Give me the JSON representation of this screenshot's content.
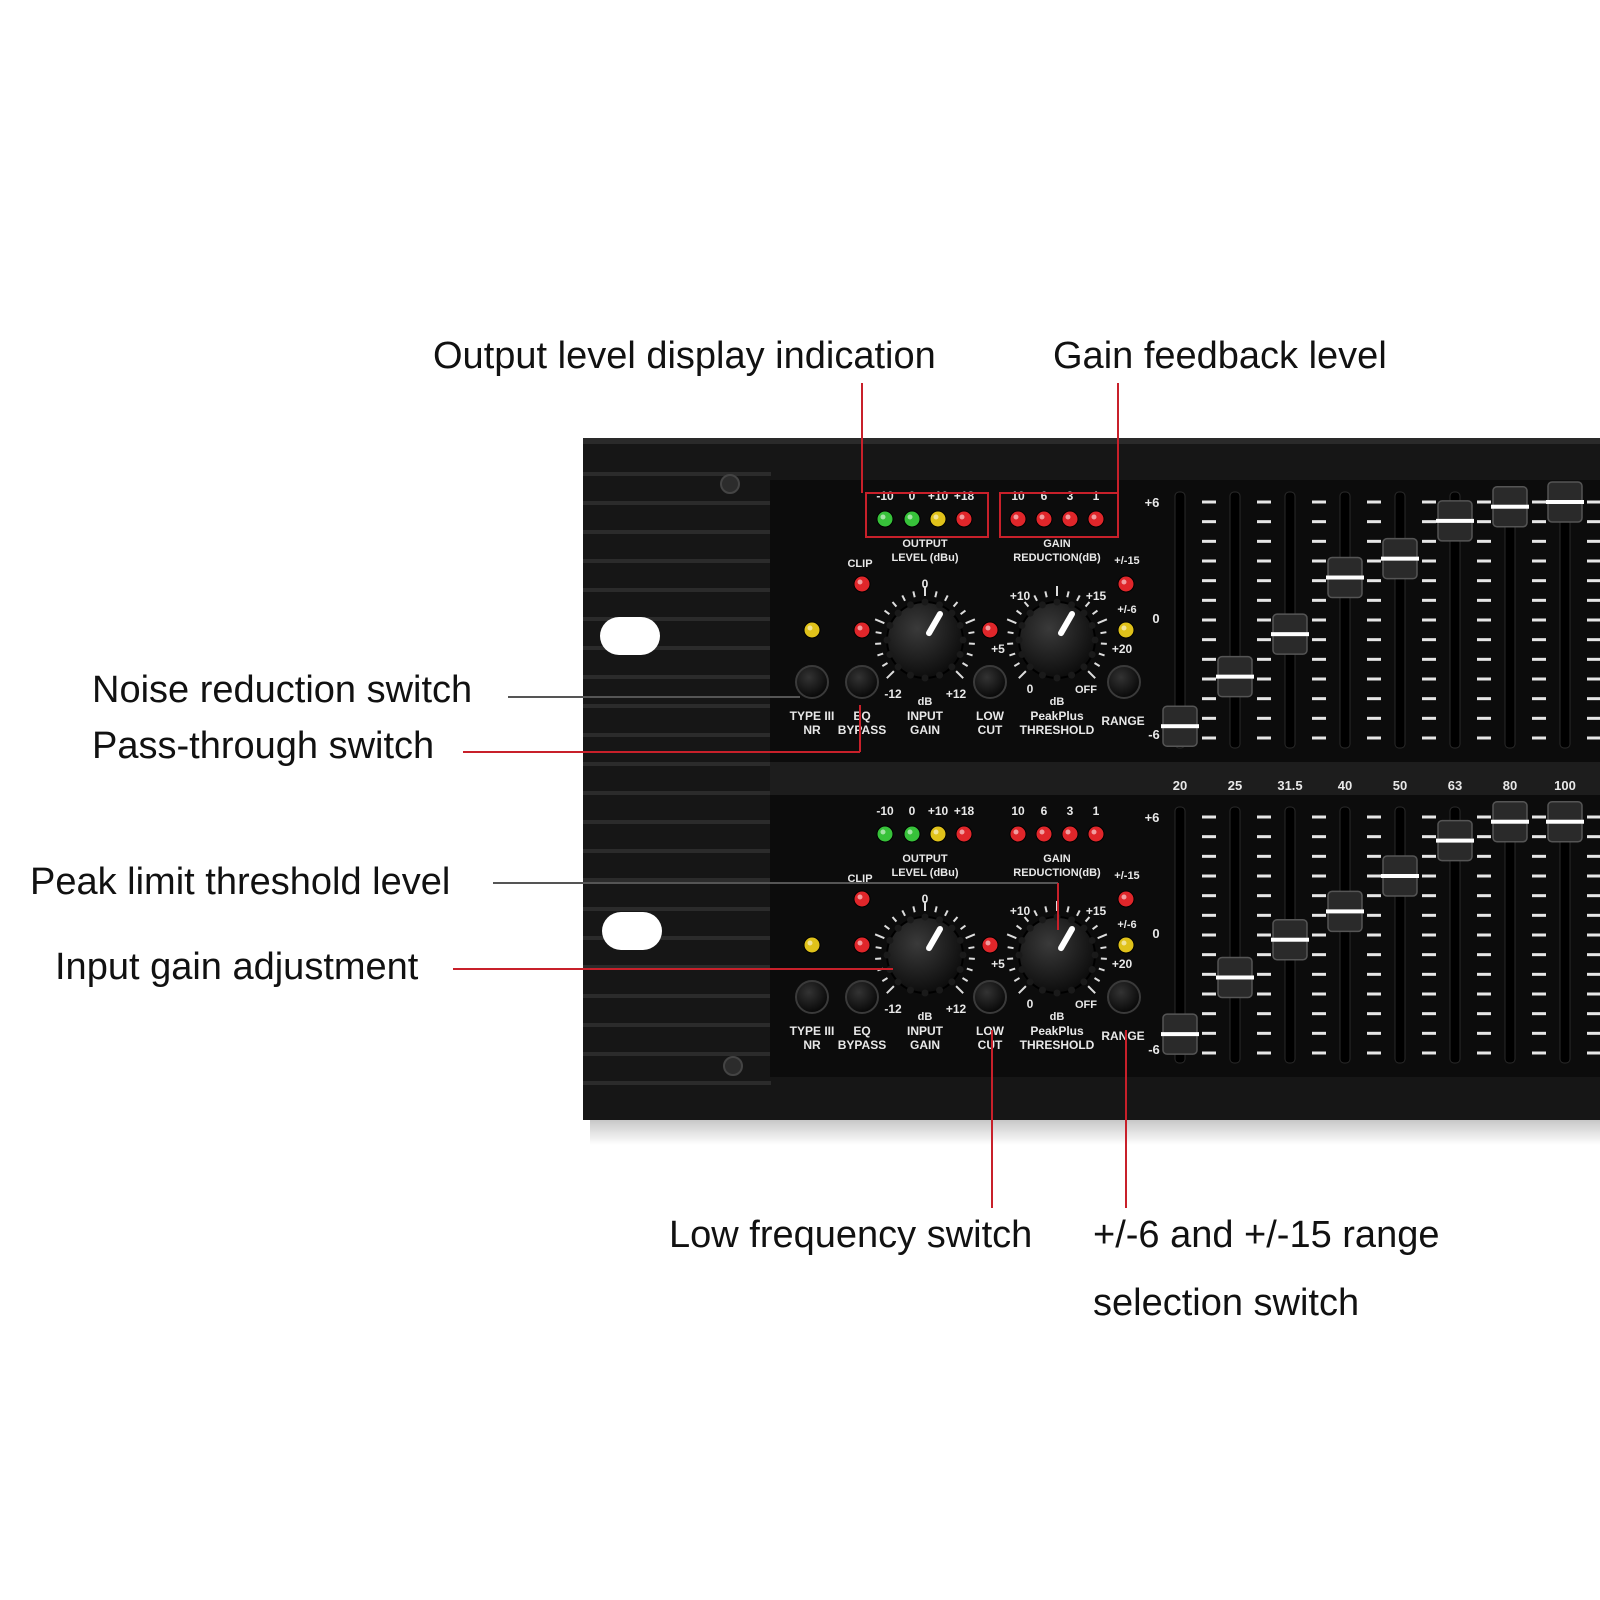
{
  "colors": {
    "callout_red": "#c8202a",
    "callout_gray": "#555555",
    "chassis": "#161616",
    "panel": "#0c0c0c",
    "led_green": "#37c23a",
    "led_yellow": "#e0c21a",
    "led_red": "#e0262a",
    "panel_text": "#e8e8e8"
  },
  "callouts": {
    "output_level": "Output level display indication",
    "gain_feedback": "Gain feedback level",
    "noise_reduction": "Noise reduction switch",
    "pass_through": "Pass-through switch",
    "peak_limit": "Peak limit threshold level",
    "input_gain": "Input gain adjustment",
    "low_frequency": "Low frequency switch",
    "range_line1": "+/-6 and +/-15 range",
    "range_line2": "selection switch"
  },
  "panel_labels": {
    "output_level_scale": [
      "-10",
      "0",
      "+10",
      "+18"
    ],
    "output_level_title": [
      "OUTPUT",
      "LEVEL (dBu)"
    ],
    "gain_reduction_scale": [
      "10",
      "6",
      "3",
      "1"
    ],
    "gain_reduction_title": [
      "GAIN",
      "REDUCTION(dB)"
    ],
    "clip": "CLIP",
    "input_gain_scale": {
      "min": "-12",
      "mid": "0",
      "max": "+12"
    },
    "input_gain_title": [
      "dB",
      "INPUT",
      "GAIN"
    ],
    "threshold_scale": {
      "left": "+10",
      "right": "+15",
      "low": "+5",
      "zero": "0",
      "off": "OFF",
      "high": "+20"
    },
    "threshold_title": [
      "dB",
      "PeakPlus",
      "THRESHOLD"
    ],
    "range_title": "RANGE",
    "range_values": [
      "+/-15",
      "+/-6"
    ],
    "type_nr": [
      "TYPE III",
      "NR"
    ],
    "eq_bypass": [
      "EQ",
      "BYPASS"
    ],
    "low_cut": [
      "LOW",
      "CUT"
    ],
    "fader_scale": {
      "top": "+6",
      "mid": "0",
      "bottom": "-6"
    },
    "frequencies": [
      "20",
      "25",
      "31.5",
      "40",
      "50",
      "63",
      "80",
      "100"
    ]
  },
  "faders": {
    "top_channel_levels": [
      0.05,
      0.26,
      0.44,
      0.68,
      0.76,
      0.92,
      0.98,
      1.0
    ],
    "bottom_channel_levels": [
      0.08,
      0.32,
      0.48,
      0.6,
      0.75,
      0.9,
      0.98,
      0.98
    ]
  }
}
